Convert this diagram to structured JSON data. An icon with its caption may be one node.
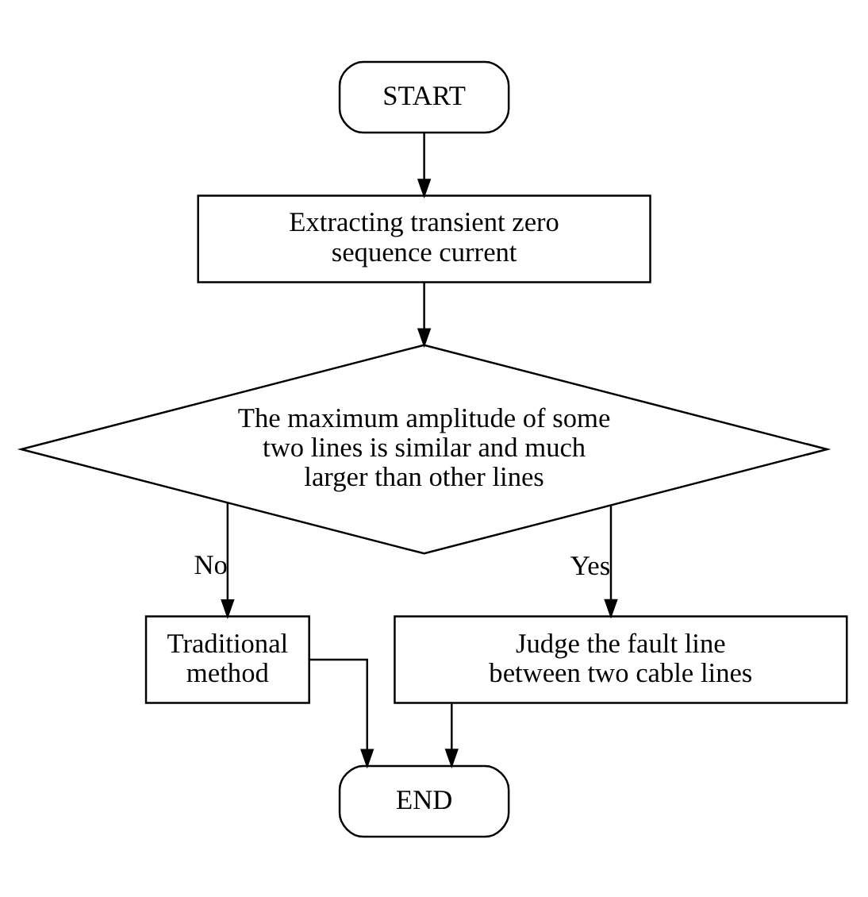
{
  "diagram": {
    "nodes": [
      {
        "text": [
          "START"
        ]
      },
      {
        "text": [
          "Extracting transient zero sequence current"
        ]
      },
      {
        "text": [
          "The maximum amplitude of some two lines is similar and much larger than other lines"
        ]
      },
      {
        "text": [
          "Traditional method"
        ]
      },
      {
        "text": [
          "Judge the fault line between two cable lines"
        ]
      },
      {
        "text": [
          "END"
        ]
      }
    ],
    "edges": [
      {
        "from": 0,
        "to": 1,
        "arrow": "to"
      },
      {
        "from": 1,
        "to": 2,
        "arrow": "to"
      },
      {
        "from": 2,
        "to": 3,
        "arrow": "to",
        "label": "No"
      },
      {
        "from": 2,
        "to": 4,
        "arrow": "to",
        "label": "Yes"
      },
      {
        "from": 3,
        "to": 5,
        "arrow": "to"
      },
      {
        "from": 4,
        "to": 5,
        "arrow": "to"
      }
    ]
  }
}
